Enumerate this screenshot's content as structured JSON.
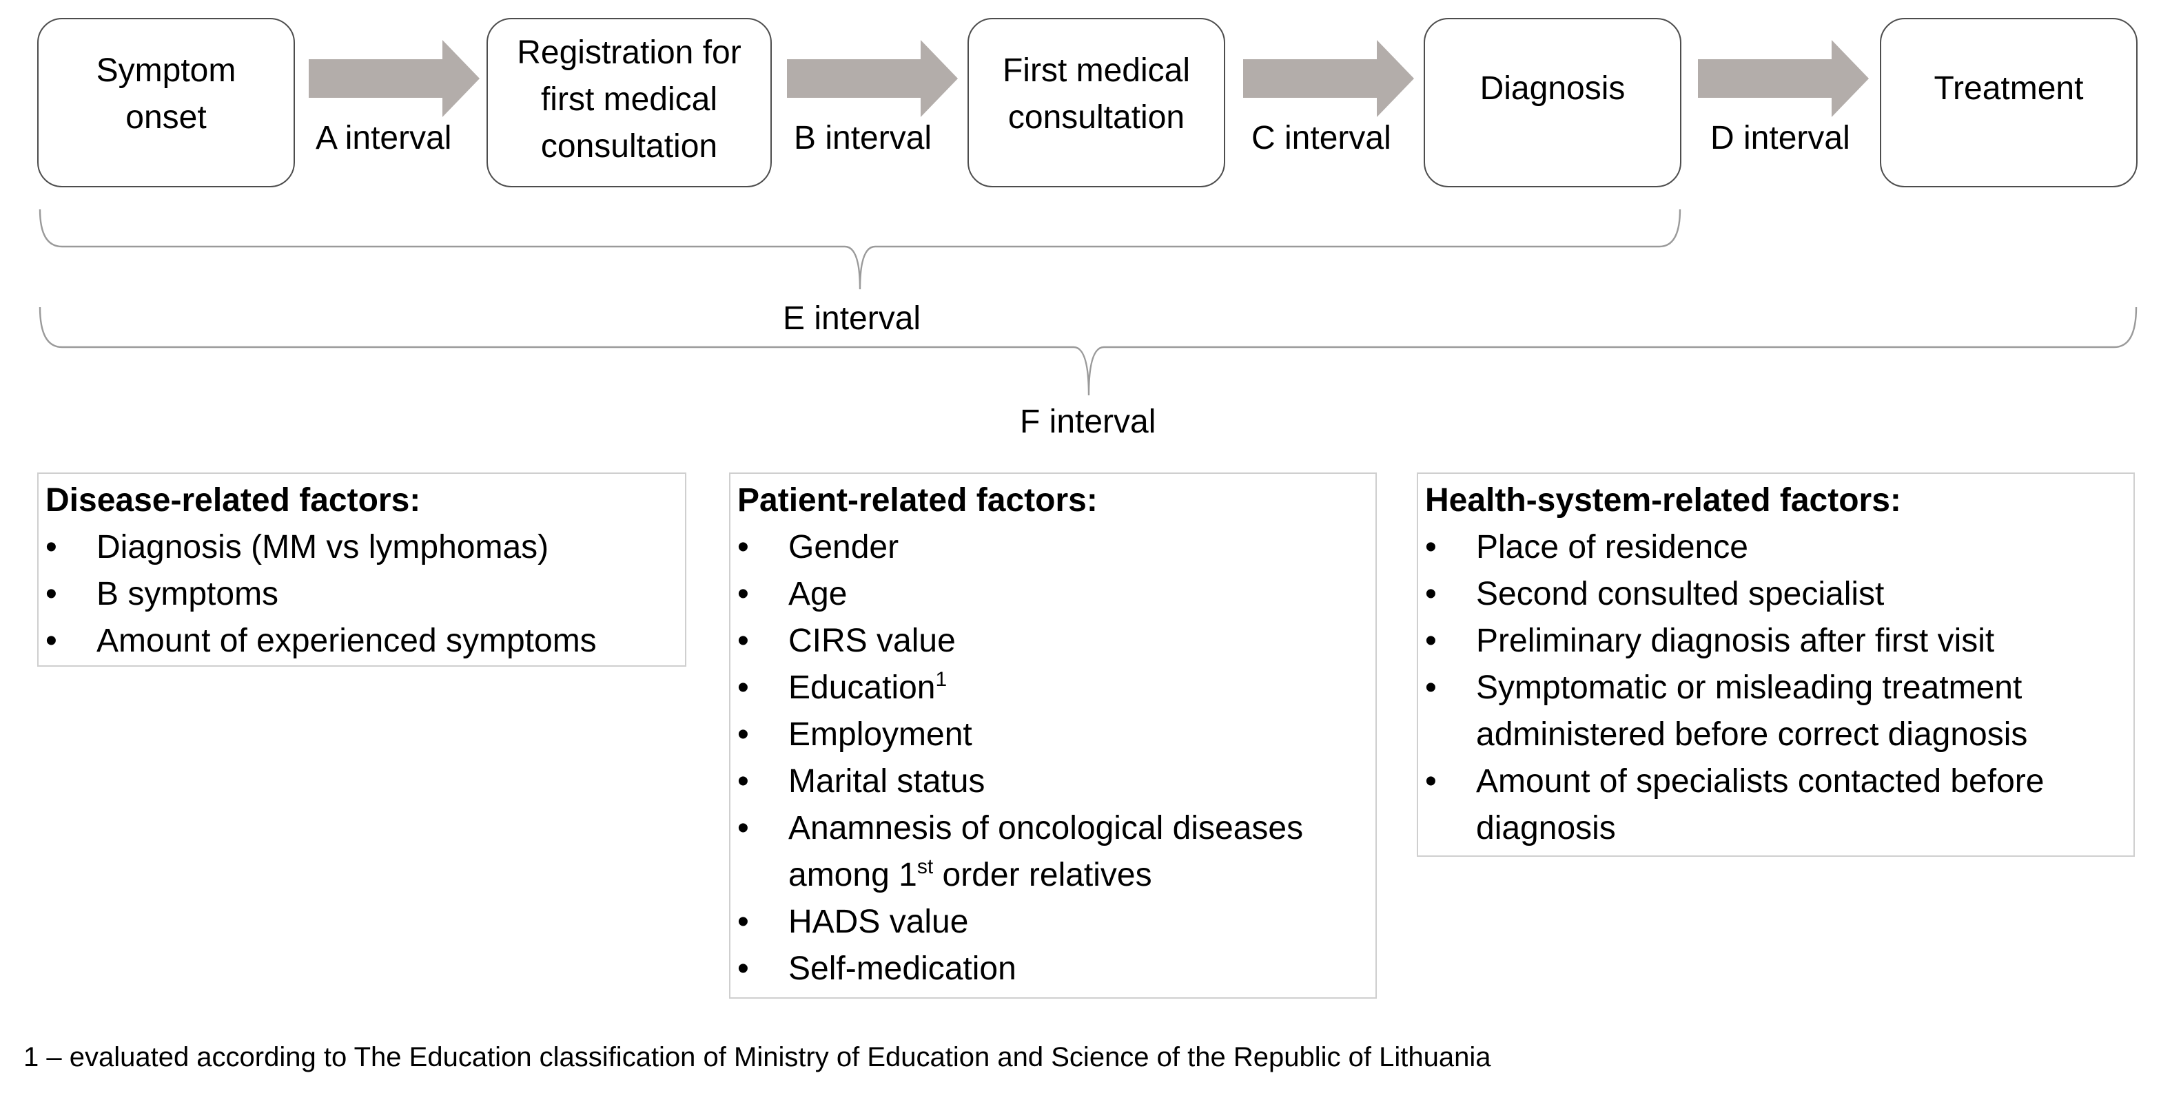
{
  "flow": {
    "steps": [
      {
        "id": "symptom-onset",
        "label": "Symptom\nonset"
      },
      {
        "id": "registration",
        "label": "Registration for\nfirst medical\nconsultation"
      },
      {
        "id": "first-consultation",
        "label": "First medical\nconsultation"
      },
      {
        "id": "diagnosis",
        "label": "Diagnosis"
      },
      {
        "id": "treatment",
        "label": "Treatment"
      }
    ],
    "intervals": [
      "A interval",
      "B interval",
      "C interval",
      "D interval"
    ],
    "e_interval": "E interval",
    "f_interval": "F interval",
    "arrow_color": "#b3adaa"
  },
  "factors": {
    "disease": {
      "title": "Disease-related factors:",
      "items": [
        {
          "text": "Diagnosis (MM vs lymphomas)"
        },
        {
          "text": "B symptoms"
        },
        {
          "text": "Amount of experienced symptoms"
        }
      ]
    },
    "patient": {
      "title": "Patient-related factors:",
      "items": [
        {
          "text": "Gender"
        },
        {
          "text": "Age"
        },
        {
          "text": "CIRS value"
        },
        {
          "text": "Education",
          "sup": "1"
        },
        {
          "text": "Employment"
        },
        {
          "text": "Marital status"
        },
        {
          "text": "Anamnesis of oncological diseases",
          "line2_pre": "among 1",
          "line2_sup": "st",
          "line2_post": " order relatives"
        },
        {
          "text": "HADS value"
        },
        {
          "text": "Self-medication"
        }
      ]
    },
    "health_system": {
      "title": "Health-system-related factors:",
      "items": [
        {
          "text": "Place of residence"
        },
        {
          "text": "Second consulted specialist"
        },
        {
          "text": "Preliminary diagnosis after first visit"
        },
        {
          "text": "Symptomatic or misleading treatment",
          "line2": "administered before correct diagnosis"
        },
        {
          "text": "Amount of specialists contacted before",
          "line2": "diagnosis"
        }
      ]
    }
  },
  "bullet": "•",
  "footnote": "1 – evaluated according to The Education classification of Ministry of Education and Science of the Republic of Lithuania"
}
